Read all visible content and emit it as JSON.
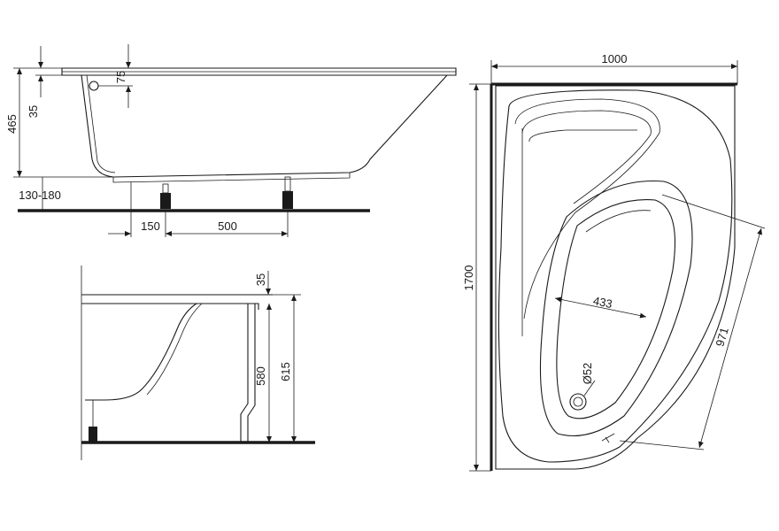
{
  "side_view": {
    "dims": {
      "height_total": "465",
      "rim": "35",
      "overflow": "75",
      "legs": "130-180",
      "leg_offset": "150",
      "leg_span": "500"
    }
  },
  "end_view": {
    "dims": {
      "rim": "35",
      "inner_height": "580",
      "total_height": "615"
    }
  },
  "top_view": {
    "dims": {
      "width": "1000",
      "length": "1700",
      "basin_width": "433",
      "basin_length": "971",
      "drain": "Ø52"
    }
  }
}
